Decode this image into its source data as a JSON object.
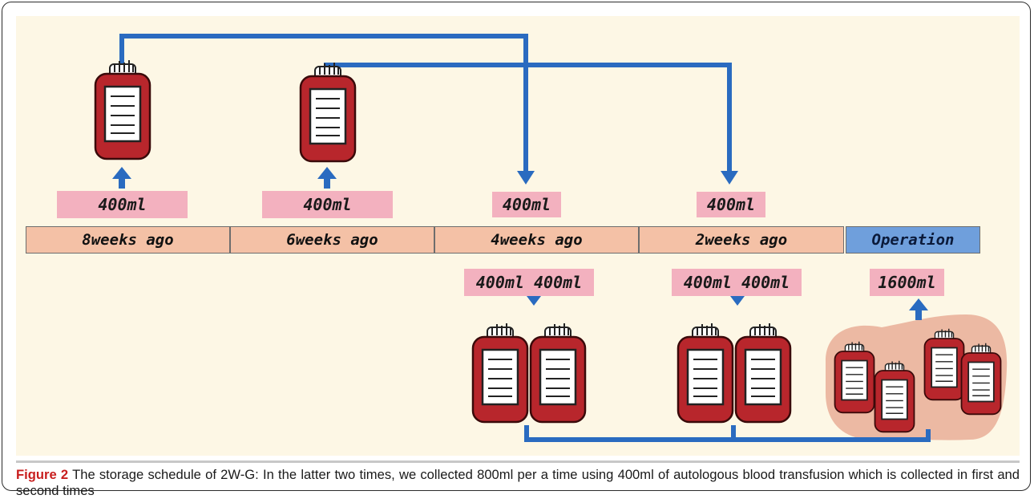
{
  "timeline": [
    {
      "label": "8weeks ago"
    },
    {
      "label": "6weeks ago"
    },
    {
      "label": "4weeks ago"
    },
    {
      "label": "2weeks ago"
    },
    {
      "label": "Operation"
    }
  ],
  "top_labels": [
    "400ml",
    "400ml",
    "400ml",
    "400ml"
  ],
  "bottom_labels": [
    "400ml 400ml",
    "400ml 400ml",
    "1600ml"
  ],
  "caption": {
    "figure": "Figure 2",
    "text": " The storage schedule of 2W-G: In the latter two times, we collected 800ml per a time using 400ml of autologous blood transfusion which is collected in first and second times"
  },
  "colors": {
    "arrow": "#2a6bc0",
    "label_bg": "#f3b1bf",
    "timeline_bg": "#f4c1a6",
    "operation_bg": "#6f9fdc",
    "blood": "#b8262c",
    "panel_bg": "#fdf7e5"
  }
}
